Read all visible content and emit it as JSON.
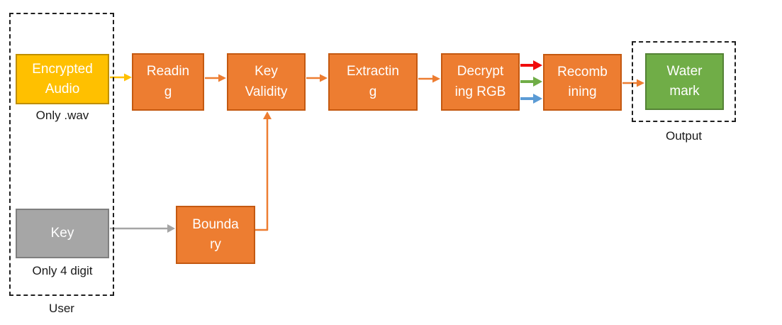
{
  "diagram": {
    "title_hint": "audio watermark extraction flowchart",
    "groups": {
      "user": {
        "label": "User"
      },
      "output": {
        "label": "Output"
      }
    },
    "nodes": {
      "encrypted_audio": {
        "label": "Encrypted\nAudio",
        "caption": "Only .wav"
      },
      "key": {
        "label": "Key",
        "caption": "Only 4 digit"
      },
      "reading": {
        "label": "Readin\ng"
      },
      "key_validity": {
        "label": "Key\nValidity"
      },
      "extracting": {
        "label": "Extractin\ng"
      },
      "decrypting_rgb": {
        "label": "Decrypt\ning RGB"
      },
      "recombining": {
        "label": "Recomb\nining"
      },
      "boundary": {
        "label": "Bounda\nry"
      },
      "watermark": {
        "label": "Water\nmark"
      }
    }
  },
  "colors": {
    "process_fill": "#ED7D31",
    "process_border": "#C45911",
    "audio_fill": "#FFC000",
    "audio_border": "#BF8F00",
    "key_fill": "#A6A6A6",
    "key_border": "#7F7F7F",
    "watermark_fill": "#70AD47",
    "watermark_border": "#548235",
    "arrow_orange": "#ED7D31",
    "arrow_yellow": "#FFC000",
    "arrow_gray": "#A5A5A5",
    "arrow_red": "#F00C0C",
    "arrow_green": "#70AD47",
    "arrow_blue": "#5B9BD5",
    "group_border": "#1F1F1F"
  }
}
